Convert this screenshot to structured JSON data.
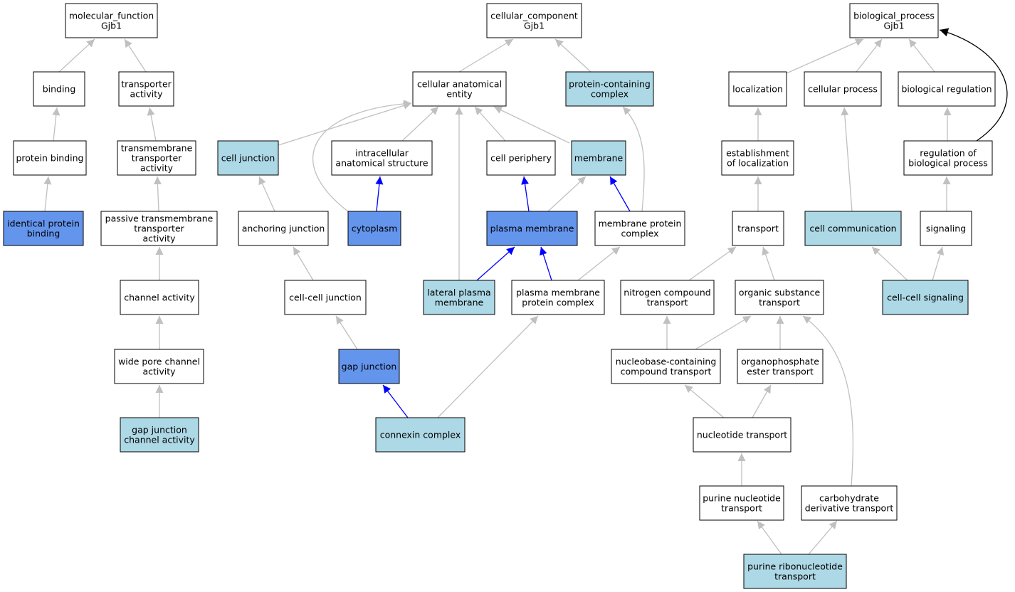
{
  "colors": {
    "node_default": "#ffffff",
    "node_light": "#add8e6",
    "node_dark": "#6495ed",
    "node_border": "#000000",
    "edge_gray": "#c0c0c0",
    "edge_blue": "#0000ff",
    "edge_black": "#000000"
  },
  "nodes": [
    {
      "id": "mf",
      "lines": [
        "molecular_function",
        "Gjb1"
      ],
      "fill": "default"
    },
    {
      "id": "cc",
      "lines": [
        "cellular_component",
        "Gjb1"
      ],
      "fill": "default"
    },
    {
      "id": "bp",
      "lines": [
        "biological_process",
        "Gjb1"
      ],
      "fill": "default"
    },
    {
      "id": "binding",
      "lines": [
        "binding"
      ],
      "fill": "default"
    },
    {
      "id": "transporter_activity",
      "lines": [
        "transporter",
        "activity"
      ],
      "fill": "default"
    },
    {
      "id": "protein_binding",
      "lines": [
        "protein binding"
      ],
      "fill": "default"
    },
    {
      "id": "tm_transporter",
      "lines": [
        "transmembrane",
        "transporter",
        "activity"
      ],
      "fill": "default"
    },
    {
      "id": "identical_protein_binding",
      "lines": [
        "identical protein",
        "binding"
      ],
      "fill": "dark"
    },
    {
      "id": "passive_tm",
      "lines": [
        "passive transmembrane",
        "transporter",
        "activity"
      ],
      "fill": "default"
    },
    {
      "id": "channel_activity",
      "lines": [
        "channel activity"
      ],
      "fill": "default"
    },
    {
      "id": "wide_pore",
      "lines": [
        "wide pore channel",
        "activity"
      ],
      "fill": "default"
    },
    {
      "id": "gj_channel_activity",
      "lines": [
        "gap junction",
        "channel activity"
      ],
      "fill": "light"
    },
    {
      "id": "cae",
      "lines": [
        "cellular anatomical",
        "entity"
      ],
      "fill": "default"
    },
    {
      "id": "pcc",
      "lines": [
        "protein-containing",
        "complex"
      ],
      "fill": "light"
    },
    {
      "id": "cell_junction",
      "lines": [
        "cell junction"
      ],
      "fill": "light"
    },
    {
      "id": "ias",
      "lines": [
        "intracellular",
        "anatomical structure"
      ],
      "fill": "default"
    },
    {
      "id": "cell_periphery",
      "lines": [
        "cell periphery"
      ],
      "fill": "default"
    },
    {
      "id": "membrane",
      "lines": [
        "membrane"
      ],
      "fill": "light"
    },
    {
      "id": "anchoring_junction",
      "lines": [
        "anchoring junction"
      ],
      "fill": "default"
    },
    {
      "id": "cytoplasm",
      "lines": [
        "cytoplasm"
      ],
      "fill": "dark"
    },
    {
      "id": "plasma_membrane",
      "lines": [
        "plasma membrane"
      ],
      "fill": "dark"
    },
    {
      "id": "mpc",
      "lines": [
        "membrane protein",
        "complex"
      ],
      "fill": "default"
    },
    {
      "id": "cc_junction",
      "lines": [
        "cell-cell junction"
      ],
      "fill": "default"
    },
    {
      "id": "lateral_pm",
      "lines": [
        "lateral plasma",
        "membrane"
      ],
      "fill": "light"
    },
    {
      "id": "pmpc",
      "lines": [
        "plasma membrane",
        "protein complex"
      ],
      "fill": "default"
    },
    {
      "id": "gap_junction",
      "lines": [
        "gap junction"
      ],
      "fill": "dark"
    },
    {
      "id": "connexin",
      "lines": [
        "connexin complex"
      ],
      "fill": "light"
    },
    {
      "id": "localization",
      "lines": [
        "localization"
      ],
      "fill": "default"
    },
    {
      "id": "cellular_process",
      "lines": [
        "cellular process"
      ],
      "fill": "default"
    },
    {
      "id": "bio_regulation",
      "lines": [
        "biological regulation"
      ],
      "fill": "default"
    },
    {
      "id": "est_localization",
      "lines": [
        "establishment",
        "of localization"
      ],
      "fill": "default"
    },
    {
      "id": "reg_bp",
      "lines": [
        "regulation of",
        "biological process"
      ],
      "fill": "default"
    },
    {
      "id": "transport",
      "lines": [
        "transport"
      ],
      "fill": "default"
    },
    {
      "id": "cell_communication",
      "lines": [
        "cell communication"
      ],
      "fill": "light"
    },
    {
      "id": "signaling",
      "lines": [
        "signaling"
      ],
      "fill": "default"
    },
    {
      "id": "nitrogen_transport",
      "lines": [
        "nitrogen compound",
        "transport"
      ],
      "fill": "default"
    },
    {
      "id": "organic_transport",
      "lines": [
        "organic substance",
        "transport"
      ],
      "fill": "default"
    },
    {
      "id": "cc_signaling",
      "lines": [
        "cell-cell signaling"
      ],
      "fill": "light"
    },
    {
      "id": "nucleobase_transport",
      "lines": [
        "nucleobase-containing",
        "compound transport"
      ],
      "fill": "default"
    },
    {
      "id": "organophosphate",
      "lines": [
        "organophosphate",
        "ester transport"
      ],
      "fill": "default"
    },
    {
      "id": "nucleotide_transport",
      "lines": [
        "nucleotide transport"
      ],
      "fill": "default"
    },
    {
      "id": "purine_nt",
      "lines": [
        "purine nucleotide",
        "transport"
      ],
      "fill": "default"
    },
    {
      "id": "carb_transport",
      "lines": [
        "carbohydrate",
        "derivative transport"
      ],
      "fill": "default"
    },
    {
      "id": "purine_rnt",
      "lines": [
        "purine ribonucleotide",
        "transport"
      ],
      "fill": "light"
    }
  ],
  "edges": [
    {
      "from": "binding",
      "to": "mf",
      "color": "gray"
    },
    {
      "from": "transporter_activity",
      "to": "mf",
      "color": "gray"
    },
    {
      "from": "protein_binding",
      "to": "binding",
      "color": "gray"
    },
    {
      "from": "tm_transporter",
      "to": "transporter_activity",
      "color": "gray"
    },
    {
      "from": "identical_protein_binding",
      "to": "protein_binding",
      "color": "gray"
    },
    {
      "from": "passive_tm",
      "to": "tm_transporter",
      "color": "gray"
    },
    {
      "from": "channel_activity",
      "to": "passive_tm",
      "color": "gray"
    },
    {
      "from": "wide_pore",
      "to": "channel_activity",
      "color": "gray"
    },
    {
      "from": "gj_channel_activity",
      "to": "wide_pore",
      "color": "gray"
    },
    {
      "from": "cae",
      "to": "cc",
      "color": "gray"
    },
    {
      "from": "pcc",
      "to": "cc",
      "color": "gray"
    },
    {
      "from": "cell_junction",
      "to": "cae",
      "color": "gray"
    },
    {
      "from": "cytoplasm",
      "to": "cae",
      "color": "gray",
      "curve": true
    },
    {
      "from": "ias",
      "to": "cae",
      "color": "gray"
    },
    {
      "from": "lateral_pm",
      "to": "cae",
      "color": "gray"
    },
    {
      "from": "cell_periphery",
      "to": "cae",
      "color": "gray"
    },
    {
      "from": "membrane",
      "to": "cae",
      "color": "gray"
    },
    {
      "from": "mpc",
      "to": "pcc",
      "color": "gray",
      "curve": true
    },
    {
      "from": "anchoring_junction",
      "to": "cell_junction",
      "color": "gray"
    },
    {
      "from": "cytoplasm",
      "to": "ias",
      "color": "blue"
    },
    {
      "from": "plasma_membrane",
      "to": "cell_periphery",
      "color": "blue"
    },
    {
      "from": "plasma_membrane",
      "to": "membrane",
      "color": "gray"
    },
    {
      "from": "mpc",
      "to": "membrane",
      "color": "blue"
    },
    {
      "from": "cc_junction",
      "to": "anchoring_junction",
      "color": "gray"
    },
    {
      "from": "lateral_pm",
      "to": "plasma_membrane",
      "color": "blue"
    },
    {
      "from": "pmpc",
      "to": "plasma_membrane",
      "color": "blue"
    },
    {
      "from": "pmpc",
      "to": "mpc",
      "color": "gray"
    },
    {
      "from": "gap_junction",
      "to": "cc_junction",
      "color": "gray"
    },
    {
      "from": "connexin",
      "to": "gap_junction",
      "color": "blue"
    },
    {
      "from": "connexin",
      "to": "pmpc",
      "color": "gray"
    },
    {
      "from": "localization",
      "to": "bp",
      "color": "gray"
    },
    {
      "from": "cellular_process",
      "to": "bp",
      "color": "gray"
    },
    {
      "from": "bio_regulation",
      "to": "bp",
      "color": "gray"
    },
    {
      "from": "reg_bp",
      "to": "bp",
      "color": "black",
      "curve": true
    },
    {
      "from": "est_localization",
      "to": "localization",
      "color": "gray"
    },
    {
      "from": "reg_bp",
      "to": "bio_regulation",
      "color": "gray"
    },
    {
      "from": "transport",
      "to": "est_localization",
      "color": "gray"
    },
    {
      "from": "cell_communication",
      "to": "cellular_process",
      "color": "gray"
    },
    {
      "from": "signaling",
      "to": "reg_bp",
      "color": "gray"
    },
    {
      "from": "nitrogen_transport",
      "to": "transport",
      "color": "gray"
    },
    {
      "from": "organic_transport",
      "to": "transport",
      "color": "gray"
    },
    {
      "from": "cc_signaling",
      "to": "cell_communication",
      "color": "gray"
    },
    {
      "from": "cc_signaling",
      "to": "signaling",
      "color": "gray"
    },
    {
      "from": "nucleobase_transport",
      "to": "nitrogen_transport",
      "color": "gray"
    },
    {
      "from": "nucleobase_transport",
      "to": "organic_transport",
      "color": "gray"
    },
    {
      "from": "organophosphate",
      "to": "organic_transport",
      "color": "gray"
    },
    {
      "from": "carb_transport",
      "to": "organic_transport",
      "color": "gray",
      "curve": true
    },
    {
      "from": "nucleotide_transport",
      "to": "nucleobase_transport",
      "color": "gray"
    },
    {
      "from": "nucleotide_transport",
      "to": "organophosphate",
      "color": "gray"
    },
    {
      "from": "purine_nt",
      "to": "nucleotide_transport",
      "color": "gray"
    },
    {
      "from": "purine_rnt",
      "to": "purine_nt",
      "color": "gray"
    },
    {
      "from": "purine_rnt",
      "to": "carb_transport",
      "color": "gray"
    }
  ]
}
